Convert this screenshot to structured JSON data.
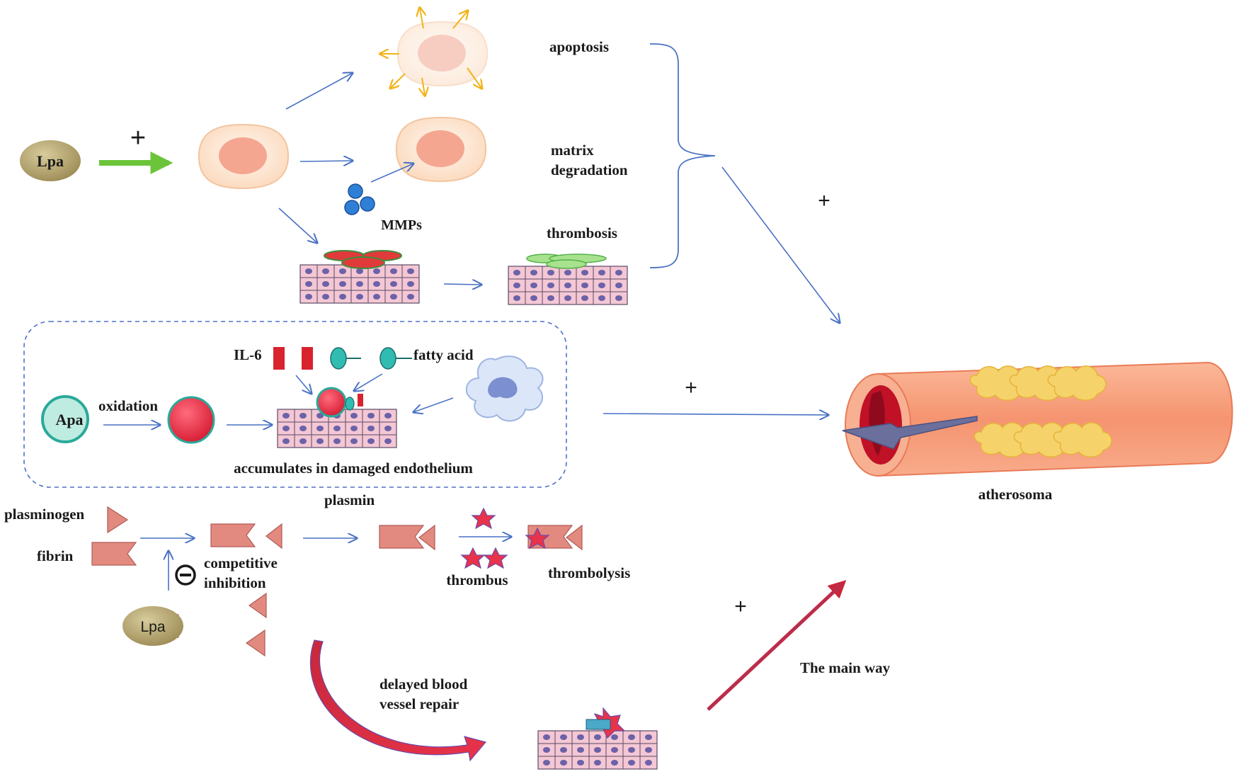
{
  "labels": {
    "apoptosis": "apoptosis",
    "matrix_degradation_1": "matrix",
    "matrix_degradation_2": "degradation",
    "mmps": "MMPs",
    "thrombosis": "thrombosis",
    "lpa_top": "Lpa",
    "lpa_bottom": "Lpa",
    "apa": "Apa",
    "oxidation": "oxidation",
    "il6": "IL-6",
    "fatty_acid": "fatty acid",
    "accumulates": "accumulates in damaged endothelium",
    "plasminogen": "plasminogen",
    "fibrin": "fibrin",
    "plasmin": "plasmin",
    "competitive_1": "competitive",
    "competitive_2": "inhibition",
    "thrombus": "thrombus",
    "thrombolysis": "thrombolysis",
    "delayed_1": "delayed blood",
    "delayed_2": "vessel repair",
    "main_way": "The main way",
    "atherosoma": "atherosoma"
  },
  "signs": {
    "plus_lpa": "+",
    "plus_upper": "+",
    "plus_middle": "+",
    "plus_lower": "+",
    "minus_inhibition": "−"
  },
  "colors": {
    "arrow": "#4a72c4",
    "green_arrow": "#6cc43a",
    "lpa_fill": "#b6a673",
    "apa_fill": "#bfece0",
    "apa_stroke": "#2aa99a",
    "red": "#e8334a",
    "cell_fill": "#fde6d2",
    "nucleus": "#f4a690",
    "fibrin": "#e38a80",
    "vessel": "#f59a7a",
    "plaque": "#f5d36a",
    "tissue": "#f4c7d4",
    "tissue_dot": "#6b62a8",
    "mmp_blue": "#2f7fd6"
  }
}
